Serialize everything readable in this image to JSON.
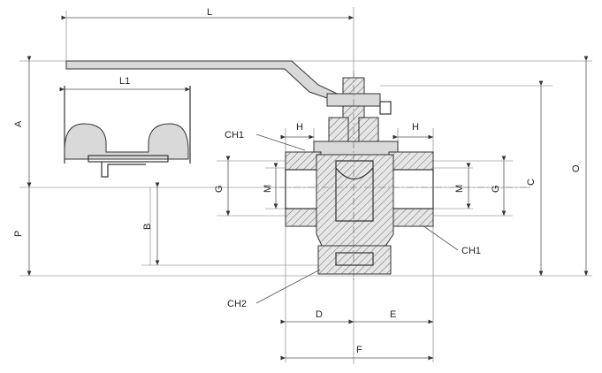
{
  "labels": {
    "L": "L",
    "L1": "L1",
    "A": "A",
    "P": "P",
    "B": "B",
    "C": "C",
    "O": "O",
    "H_left": "H",
    "H_right": "H",
    "G_left": "G",
    "G_right": "G",
    "M_left": "M",
    "M_right": "M",
    "CH1_top": "CH1",
    "CH1_bottom": "CH1",
    "CH2": "CH2",
    "D": "D",
    "E": "E",
    "F": "F"
  }
}
